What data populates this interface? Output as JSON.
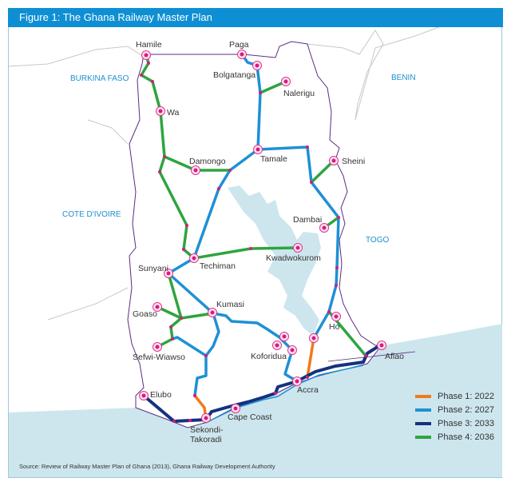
{
  "title": "Figure 1: The Ghana Railway Master Plan",
  "countries": [
    "BURKINA FASO",
    "BENIN",
    "COTE D'IVOIRE",
    "TOGO"
  ],
  "cities": [
    "Hamile",
    "Paga",
    "Bolgatanga",
    "Nalerigu",
    "Wa",
    "Damongo",
    "Tamale",
    "Sheini",
    "Dambai",
    "Techiman",
    "Kwadwokurom",
    "Sunyani",
    "Kumasi",
    "Goaso",
    "Sefwi-Wiawso",
    "Koforidua",
    "Ho",
    "Aflao",
    "Accra",
    "Elubo",
    "Cape Coast",
    "Sekondi-",
    "Takoradi"
  ],
  "legend": [
    {
      "label": "Phase 1: 2022",
      "color": "#f07a1a"
    },
    {
      "label": "Phase 2: 2027",
      "color": "#1e90d6"
    },
    {
      "label": "Phase 3: 2033",
      "color": "#13327e"
    },
    {
      "label": "Phase 4: 2036",
      "color": "#2ea43f"
    }
  ],
  "source": "Source: Review of Railway Master Plan of Ghana (2013), Ghana Railway Development Authority"
}
